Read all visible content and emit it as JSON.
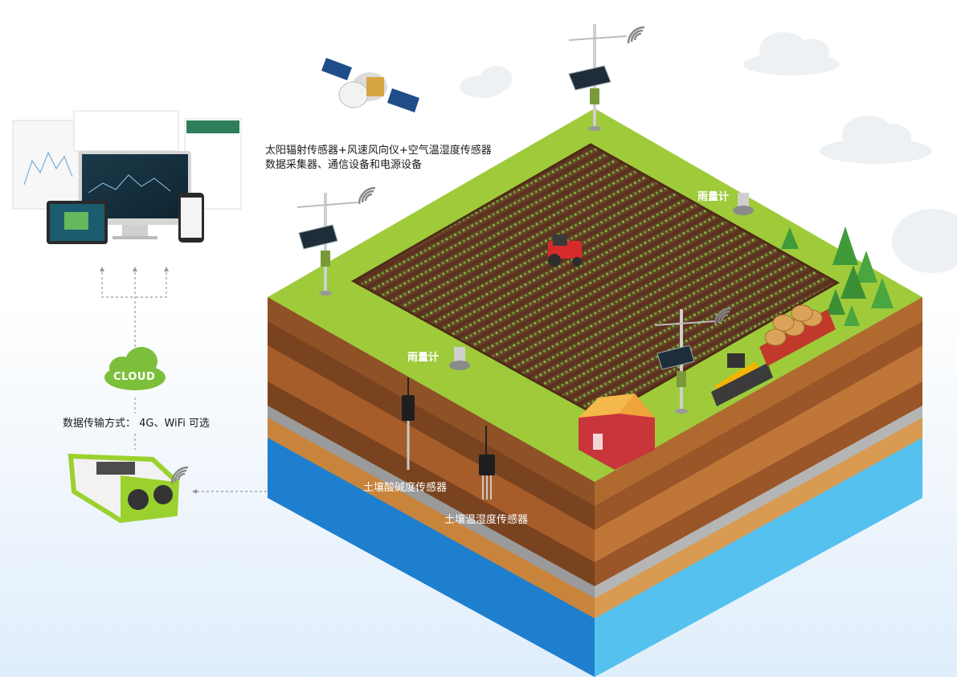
{
  "labels": {
    "sensors_line1": "太阳辐射传感器+风速风向仪+空气温湿度传感器",
    "sensors_line2": "数据采集器、通信设备和电源设备",
    "rain_gauge_right": "雨量计",
    "rain_gauge_left": "雨量计",
    "soil_ph": "土壤酸碱度传感器",
    "soil_temp_humidity": "土壤温湿度传感器",
    "transmission": "数据传输方式：  4G、WiFi 可选",
    "cloud": "CLOUD"
  },
  "colors": {
    "grass": "#9fcb3b",
    "soil_field": "#6b4028",
    "crop": "#5fae3a",
    "layer_orange": "#c9843c",
    "layer_brown": "#7a4320",
    "layer_gray": "#9a9a9a",
    "water_blue": "#1f7fcf",
    "cloud_green": "#7cbf3a",
    "device_green": "#9bd12e"
  }
}
